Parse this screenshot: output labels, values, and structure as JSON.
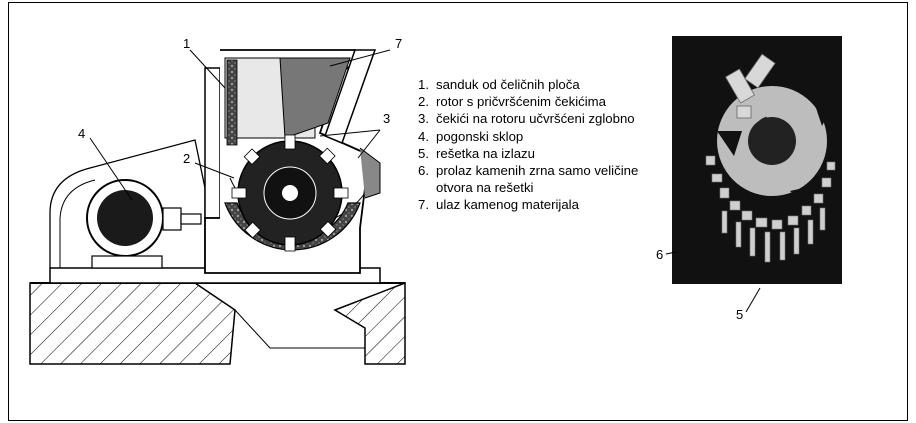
{
  "legend": [
    {
      "num": "1.",
      "text": "sanduk od čeličnih ploča"
    },
    {
      "num": "2.",
      "text": "rotor s pričvršćenim čekićima"
    },
    {
      "num": "3.",
      "text": "čekići na rotoru učvršćeni zglobno"
    },
    {
      "num": "4.",
      "text": "pogonski sklop"
    },
    {
      "num": "5.",
      "text": "rešetka na izlazu"
    },
    {
      "num": "6.",
      "text": "prolaz kamenih zrna samo veličine",
      "cont": "otvora na rešetki"
    },
    {
      "num": "7.",
      "text": "ulaz kamenog materijala"
    }
  ],
  "callouts": {
    "c1": "1",
    "c2": "2",
    "c3": "3",
    "c4": "4",
    "c7": "7",
    "p5": "5",
    "p6": "6"
  },
  "colors": {
    "line": "#000000",
    "fill_dark": "#1a1a1a",
    "fill_mid": "#555555",
    "photo_bg": "#111111"
  }
}
